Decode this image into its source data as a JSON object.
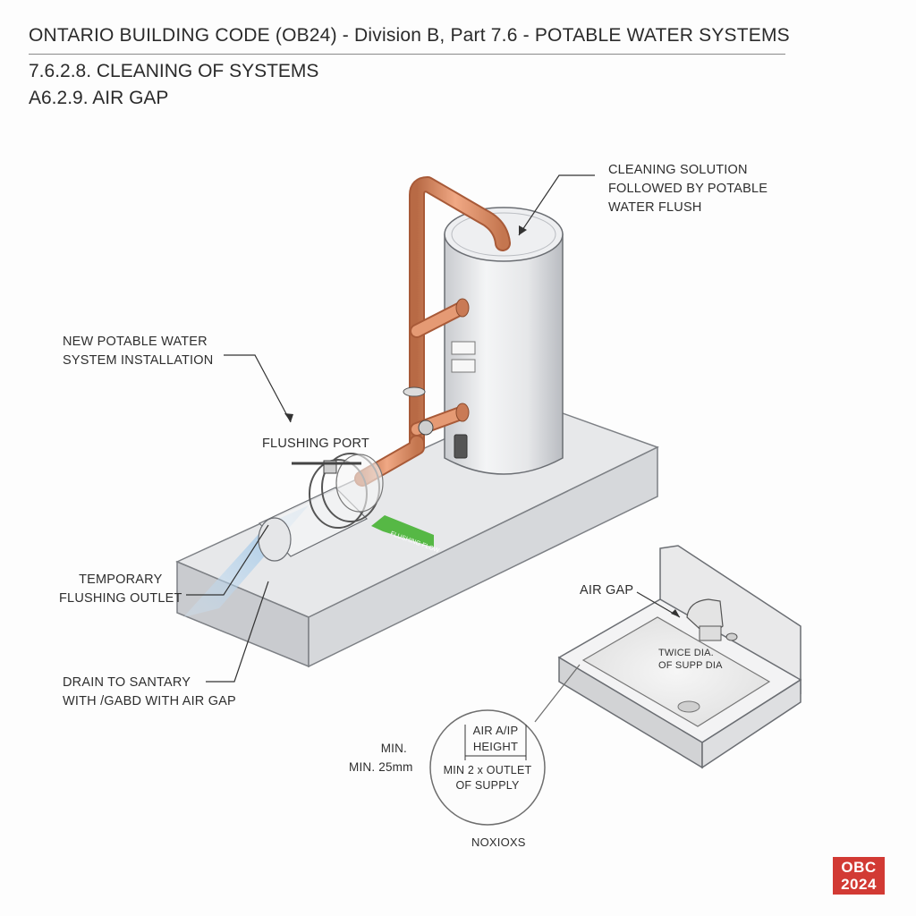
{
  "header": {
    "title": "ONTARIO BUILDING CODE (OB24) - Division B, Part 7.6 - POTABLE WATER SYSTEMS",
    "section_1": "7.6.2.8. CLEANING OF SYSTEMS",
    "section_2": "A6.2.9.  AIR GAP"
  },
  "callouts": {
    "cleaning_solution": [
      "CLEANING SOLUTION",
      "FOLLOWED BY POTABLE",
      "WATER FLUSH"
    ],
    "new_system": [
      "NEW POTABLE WATER",
      "SYSTEM INSTALLATION"
    ],
    "flushing_port": "FLUSHING PORT",
    "temporary_outlet": [
      "TEMPORARY",
      "FLUSHING OUTLET"
    ],
    "drain": [
      "DRAIN TO SANTARY",
      "WITH /GABD WITH AIR GAP"
    ],
    "air_gap": "AIR GAP",
    "sink_note": [
      "TWICE DIA.",
      "OF SUPP DIA"
    ],
    "pipe_tag": "FLUSHING FLOW"
  },
  "detail": {
    "min_label": [
      "MIN.",
      "MIN. 25mm"
    ],
    "circle_title": [
      "AIR A/IP",
      "HEIGHT"
    ],
    "circle_note": [
      "MIN 2 x OUTLET",
      "OF SUPPLY"
    ],
    "caption": "NOXIOXS"
  },
  "badge": [
    "OBC",
    "2024"
  ],
  "colors": {
    "copper": "#d98a62",
    "tank": "#e9eaec",
    "slab": "#e2e3e5",
    "flow_blue": "#9cc4e6",
    "tag_green": "#56b845",
    "badge_red": "#d23a34"
  }
}
